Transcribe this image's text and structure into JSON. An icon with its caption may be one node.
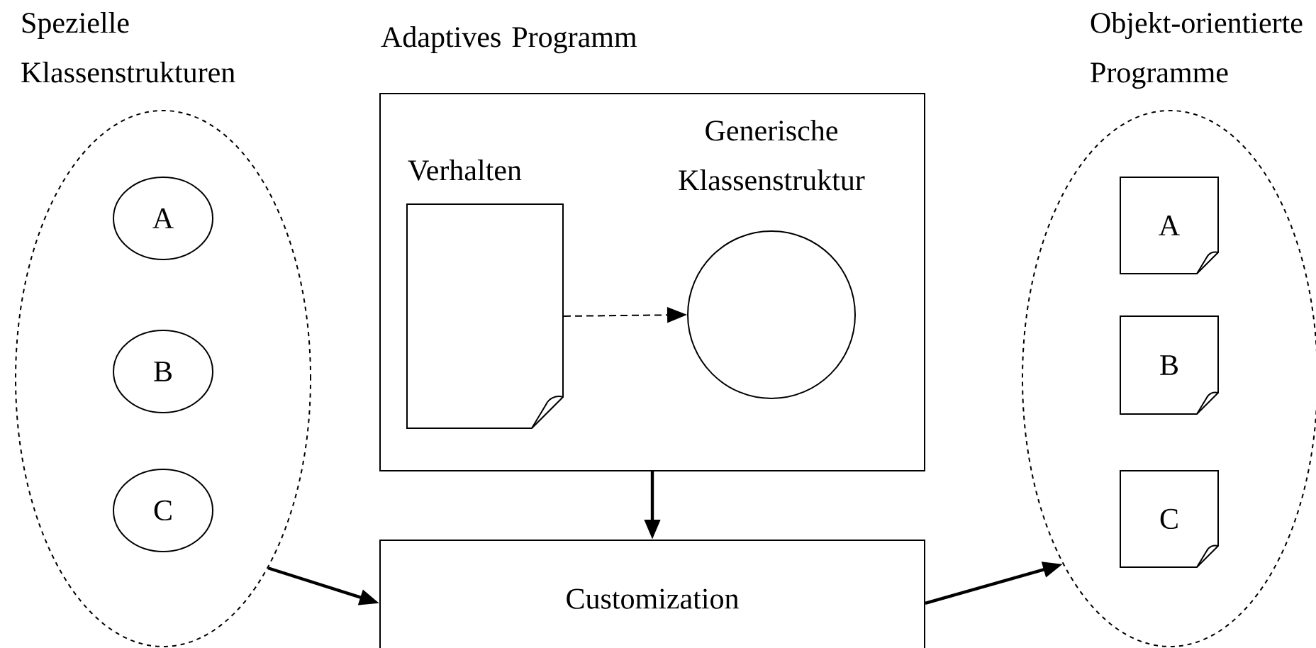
{
  "diagram": {
    "nodes": [
      {
        "text": [
          "Spezielle Klassenstrukturen"
        ]
      },
      {
        "text": [
          "A"
        ],
        "in": 0
      },
      {
        "text": [
          "B"
        ],
        "in": 0
      },
      {
        "text": [
          "C"
        ],
        "in": 0
      },
      {
        "text": [
          "Adaptives Programm"
        ]
      },
      {
        "text": [
          "Verhalten"
        ],
        "in": 4
      },
      {
        "text": [
          "Generische Klassenstruktur"
        ],
        "in": 4
      },
      {
        "text": [
          "Customization"
        ]
      },
      {
        "text": [
          "Objekt-orientierte Programme"
        ]
      },
      {
        "text": [
          "A"
        ],
        "in": 8
      },
      {
        "text": [
          "B"
        ],
        "in": 8
      },
      {
        "text": [
          "C"
        ],
        "in": 8
      }
    ],
    "edges": [
      {
        "from": 5,
        "to": 6,
        "arrow": "to",
        "style": "dashed"
      },
      {
        "from": 4,
        "to": 7,
        "arrow": "to"
      },
      {
        "from": 0,
        "to": 7,
        "arrow": "to"
      },
      {
        "from": 7,
        "to": 8,
        "arrow": "to"
      }
    ]
  }
}
